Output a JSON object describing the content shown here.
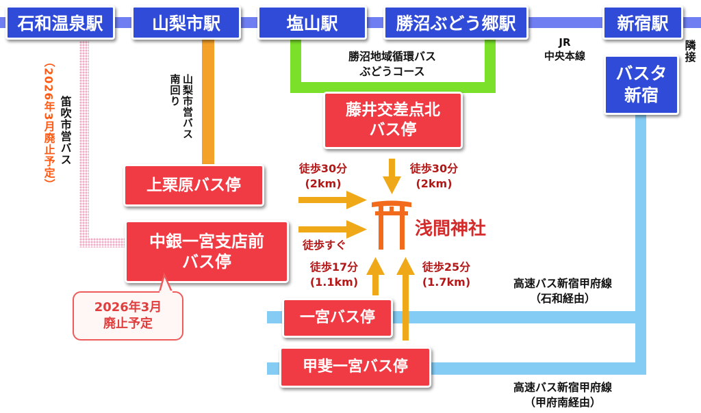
{
  "stations": {
    "isawa_onsen": "石和温泉駅",
    "yamanashishi": "山梨市駅",
    "enzan": "塩山駅",
    "katsunuma_budokyo": "勝沼ぶどう郷駅",
    "shinjuku": "新宿駅",
    "busta": [
      "バスタ",
      "新宿"
    ]
  },
  "jr_line": [
    "JR",
    "中央本線"
  ],
  "adjacent": "隣接",
  "katsunuma_bus": [
    "勝沼地域循環バス",
    "ぶどうコース"
  ],
  "yamanashi_bus": [
    "山梨市営バス",
    "南回り"
  ],
  "fuefuki_bus": "笛吹市営バス",
  "fuefuki_note": "（2026年3月廃止予定）",
  "stops": {
    "fujii": [
      "藤井交差点北",
      "バス停"
    ],
    "kamikurihara": "上栗原バス停",
    "chugin": [
      "中銀一宮支店前",
      "バス停"
    ],
    "ichinomiya": "一宮バス停",
    "kai_ichinomiya": "甲斐一宮バス停"
  },
  "callout": [
    "2026年3月",
    "廃止予定"
  ],
  "shrine": "浅間神社",
  "walks": {
    "kamikurihara": [
      "徒歩30分",
      "(2km)"
    ],
    "fujii": [
      "徒歩30分",
      "(2km)"
    ],
    "chugin": "徒歩すぐ",
    "ichinomiya": [
      "徒歩17分",
      "(1.1km)"
    ],
    "kai_ichinomiya": [
      "徒歩25分",
      "(1.7km)"
    ]
  },
  "highway_isawa": [
    "高速バス新宿甲府線",
    "（石和経由）"
  ],
  "highway_kofu_minami": [
    "高速バス新宿甲府線",
    "（甲府南経由）"
  ],
  "colors": {
    "station_blue": "#2f4bd8",
    "rail_line": "#6f7ef0",
    "stop_red": "#f03a44",
    "green_route": "#7ae02a",
    "orange_route": "#f4a12a",
    "pink_route": "#f6a9c4",
    "highway_blue": "#84ccf3",
    "walk_arrow": "#eea818",
    "shrine_orange": "#f26a1b"
  }
}
